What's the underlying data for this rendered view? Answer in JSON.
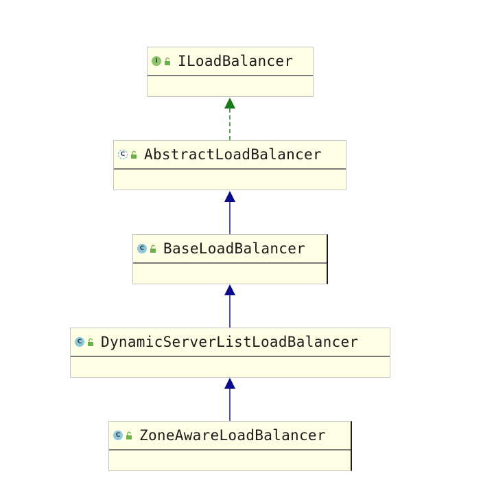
{
  "diagram": {
    "classes": [
      {
        "name": "ILoadBalancer",
        "kind": "interface",
        "badge": "I"
      },
      {
        "name": "AbstractLoadBalancer",
        "kind": "abstract",
        "badge": "C"
      },
      {
        "name": "BaseLoadBalancer",
        "kind": "class",
        "badge": "C"
      },
      {
        "name": "DynamicServerListLoadBalancer",
        "kind": "class",
        "badge": "C"
      },
      {
        "name": "ZoneAwareLoadBalancer",
        "kind": "class",
        "badge": "C"
      }
    ],
    "relations": [
      {
        "from": "AbstractLoadBalancer",
        "to": "ILoadBalancer",
        "type": "implements",
        "color": "#1a7a1a"
      },
      {
        "from": "BaseLoadBalancer",
        "to": "AbstractLoadBalancer",
        "type": "extends",
        "color": "#0a0a8c"
      },
      {
        "from": "DynamicServerListLoadBalancer",
        "to": "BaseLoadBalancer",
        "type": "extends",
        "color": "#0a0a8c"
      },
      {
        "from": "ZoneAwareLoadBalancer",
        "to": "DynamicServerListLoadBalancer",
        "type": "extends",
        "color": "#0a0a8c"
      }
    ],
    "colors": {
      "box_fill": "#fefee4",
      "box_border": "#c4c4c4",
      "divider": "#7a7a7a",
      "interface_badge": "#8cc26a",
      "class_badge": "#8cc9dc",
      "lock_icon": "#6fae4c"
    },
    "icons": {
      "interface": "interface-icon",
      "class": "class-icon",
      "abstract": "abstract-class-icon",
      "visibility": "lock-open-icon"
    }
  }
}
